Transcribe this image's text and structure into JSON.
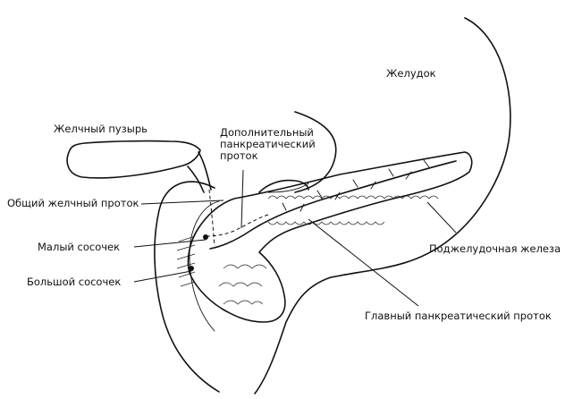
{
  "labels": {
    "stomach": "Желудок",
    "gallbladder": "Желчный пузырь",
    "accessory_duct": "Дополнительный\nпанкреатический\nпроток",
    "common_bile_duct": "Общий желчный проток",
    "minor_papilla": "Малый сосочек",
    "major_papilla": "Большой сосочек",
    "pancreas": "Поджелудочная железа",
    "main_duct": "Главный панкреатический проток"
  }
}
